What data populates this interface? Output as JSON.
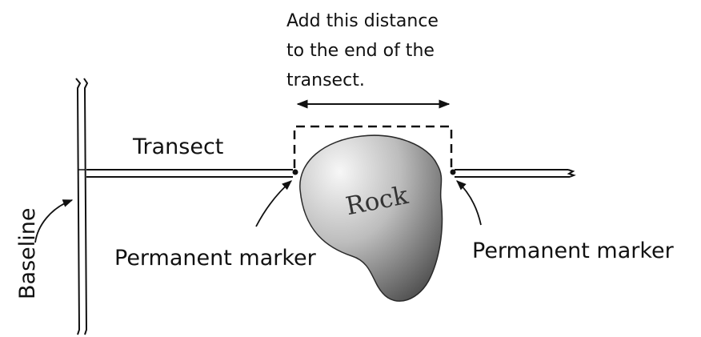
{
  "diagram": {
    "note_line1": "Add this distance",
    "note_line2": "to the end of the",
    "note_line3": "transect.",
    "transect_label": "Transect",
    "rock_label": "Rock",
    "marker_left_label": "Permanent marker",
    "marker_right_label": "Permanent marker",
    "baseline_label": "Baseline"
  }
}
